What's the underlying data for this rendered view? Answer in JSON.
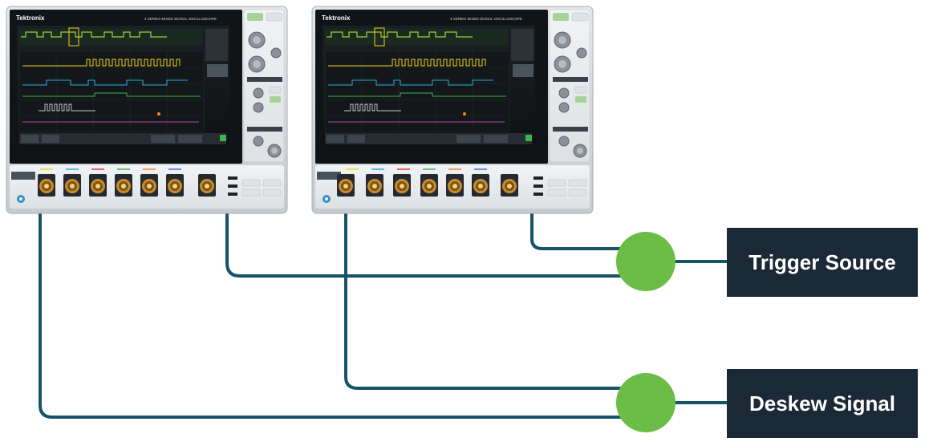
{
  "diagram": {
    "oscilloscopes": [
      {
        "brand": "Tektronix",
        "series_text": "4 SERIES  MIXED SIGNAL OSCILLOSCOPE"
      },
      {
        "brand": "Tektronix",
        "series_text": "4 SERIES  MIXED SIGNAL OSCILLOSCOPE"
      }
    ],
    "labels": {
      "trigger_source": "Trigger Source",
      "deskew_signal": "Deskew Signal"
    },
    "colors": {
      "cable": "#16536b",
      "junction": "#6cbd45",
      "label_box": "#1b2836",
      "label_text": "#ffffff",
      "channel_colors": [
        "#f2d21c",
        "#2fa8e0",
        "#e8382d",
        "#3cb44b",
        "#f08a24",
        "#3d6fd9"
      ]
    },
    "connections": [
      {
        "from": "Trigger Source",
        "to": "scope-1 aux input"
      },
      {
        "from": "Trigger Source",
        "to": "scope-2 aux input"
      },
      {
        "from": "Deskew Signal",
        "to": "scope-1 channel 1"
      },
      {
        "from": "Deskew Signal",
        "to": "scope-2 channel 1"
      }
    ]
  }
}
